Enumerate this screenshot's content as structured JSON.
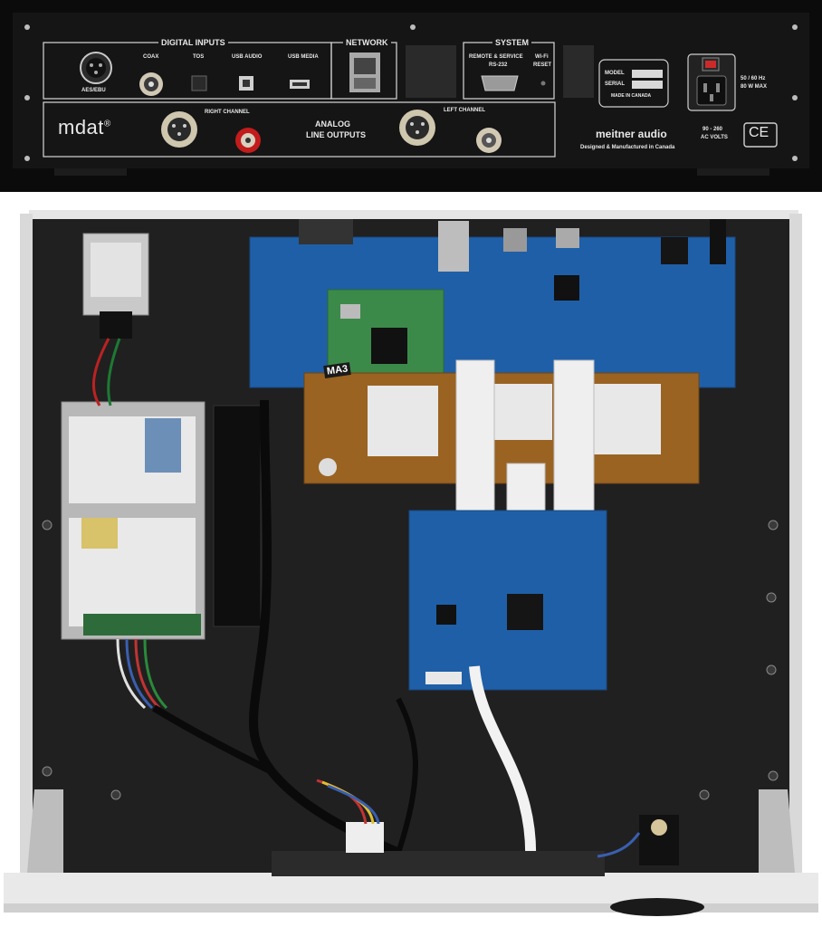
{
  "rear_panel": {
    "sections": {
      "digital_inputs": "DIGITAL INPUTS",
      "network": "NETWORK",
      "system": "SYSTEM"
    },
    "inputs": {
      "aes_ebu": "AES/EBU",
      "coax": "COAX",
      "tos": "TOS",
      "usb_audio": "USB AUDIO",
      "usb_media": "USB MEDIA"
    },
    "system": {
      "remote_service": "REMOTE & SERVICE",
      "rs232": "RS-232",
      "wifi": "Wi-Fi",
      "reset": "RESET"
    },
    "plate": {
      "model": "MODEL",
      "serial": "SERIAL",
      "made_in": "MADE IN CANADA"
    },
    "power": {
      "freq": "50 / 60 Hz",
      "max": "80 W MAX",
      "volts_range": "90 - 260",
      "volts_label": "AC VOLTS"
    },
    "logo": "mdat",
    "logo_reg": "®",
    "outputs": {
      "right": "RIGHT CHANNEL",
      "left": "LEFT CHANNEL",
      "analog": "ANALOG",
      "line_outputs": "LINE OUTPUTS"
    },
    "brand": "meitner audio",
    "tagline": "Designed & Manufactured in Canada",
    "ce_mark": "CE"
  },
  "pcb_labels": {
    "module": "MA3"
  }
}
